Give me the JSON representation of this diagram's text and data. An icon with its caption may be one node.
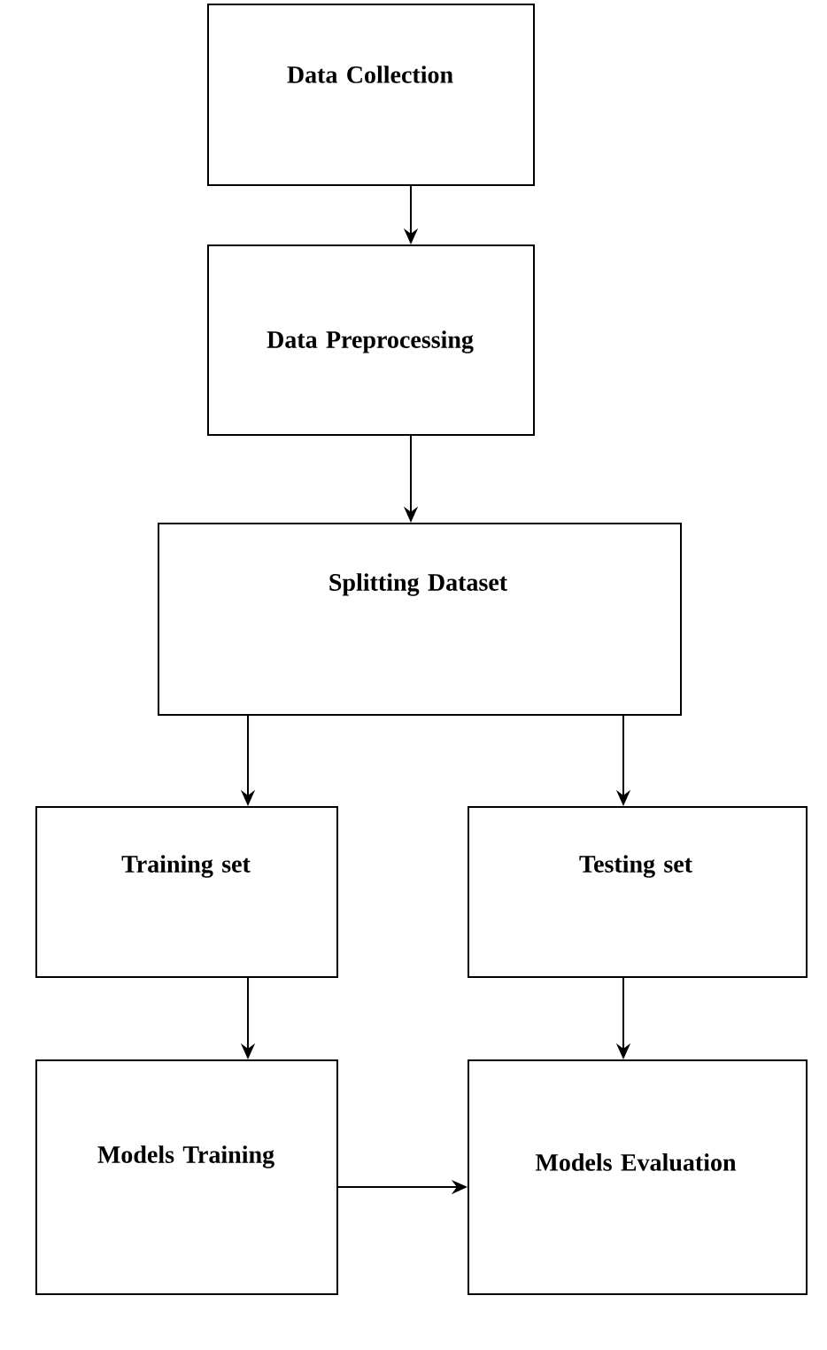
{
  "diagram": {
    "nodes": [
      {
        "text": [
          "Data Collection"
        ]
      },
      {
        "text": [
          "Data Preprocessing"
        ]
      },
      {
        "text": [
          "Splitting Dataset"
        ]
      },
      {
        "text": [
          "Training set"
        ]
      },
      {
        "text": [
          "Testing set"
        ]
      },
      {
        "text": [
          "Models Training"
        ]
      },
      {
        "text": [
          "Models Evaluation"
        ]
      }
    ],
    "edges": [
      {
        "from": 0,
        "to": 1,
        "arrow": "to"
      },
      {
        "from": 1,
        "to": 2,
        "arrow": "to"
      },
      {
        "from": 2,
        "to": 3,
        "arrow": "to"
      },
      {
        "from": 2,
        "to": 4,
        "arrow": "to"
      },
      {
        "from": 3,
        "to": 5,
        "arrow": "to"
      },
      {
        "from": 4,
        "to": 6,
        "arrow": "to"
      },
      {
        "from": 5,
        "to": 6,
        "arrow": "to"
      }
    ]
  }
}
